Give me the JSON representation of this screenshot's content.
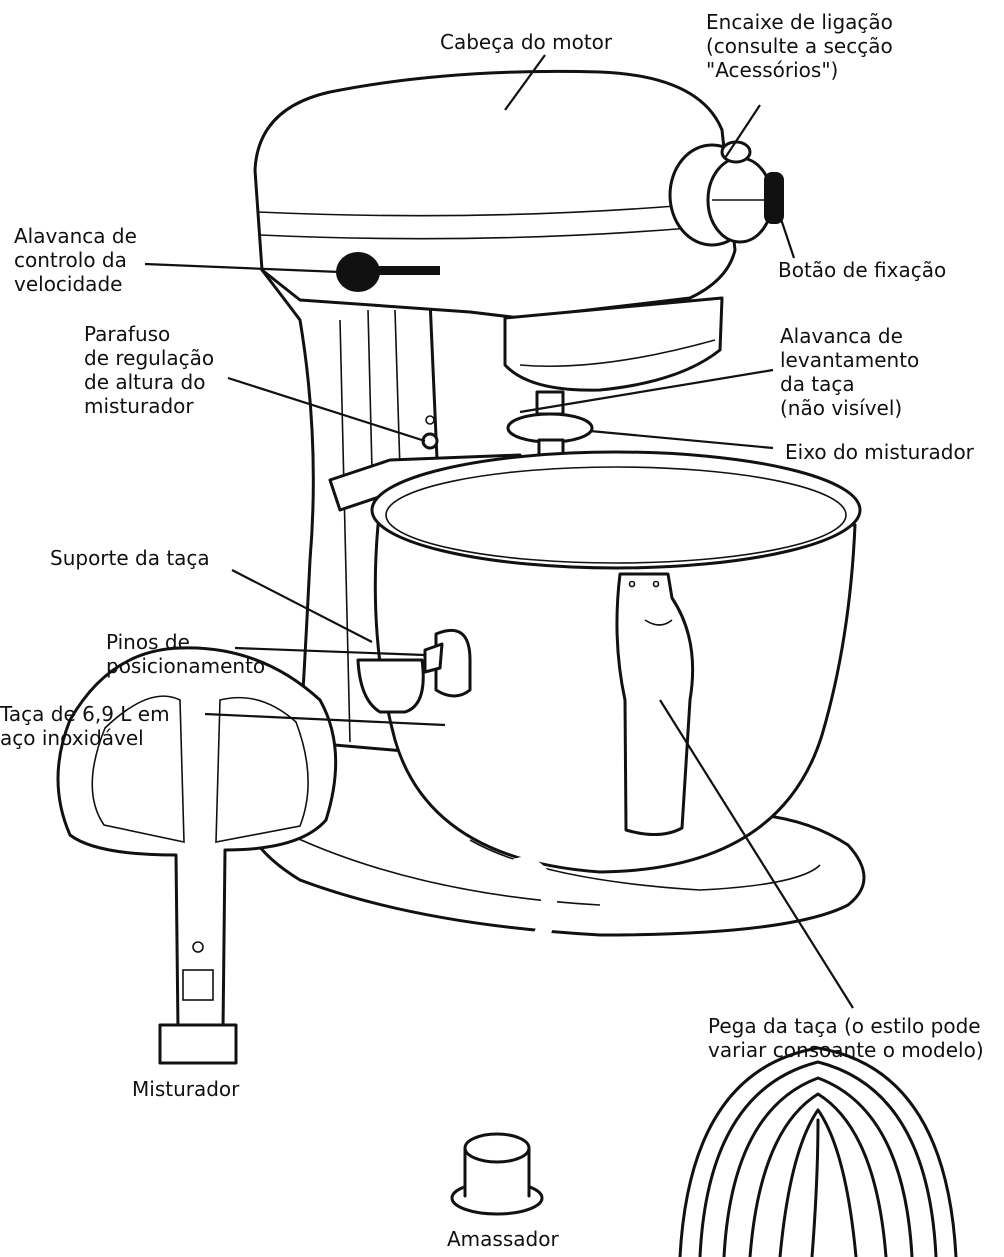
{
  "labels": {
    "motor_head": [
      "Cabeça do motor"
    ],
    "attachment_hub": [
      "Encaixe de ligação",
      "(consulte a secção",
      "\"Acessórios\")"
    ],
    "hub_knob": [
      "Botão de fixação"
    ],
    "speed_lever": [
      "Alavanca de",
      "controlo da",
      "velocidade"
    ],
    "height_screw": [
      "Parafuso",
      "de regulação",
      "de altura do",
      "misturador"
    ],
    "bowl_lift_lever": [
      "Alavanca de",
      "levantamento",
      "da taça",
      "(não visível)"
    ],
    "beater_shaft": [
      "Eixo do misturador"
    ],
    "bowl_support": [
      "Suporte da taça"
    ],
    "locating_pins": [
      "Pinos de",
      "posicionamento"
    ],
    "bowl": [
      "Taça de 6,9 L em",
      "aço inoxidável"
    ],
    "bowl_handle": [
      "Pega da taça (o estilo pode",
      "variar consoante o modelo)"
    ],
    "flat_beater": [
      "Misturador"
    ],
    "dough_hook": [
      "Amassador"
    ]
  }
}
